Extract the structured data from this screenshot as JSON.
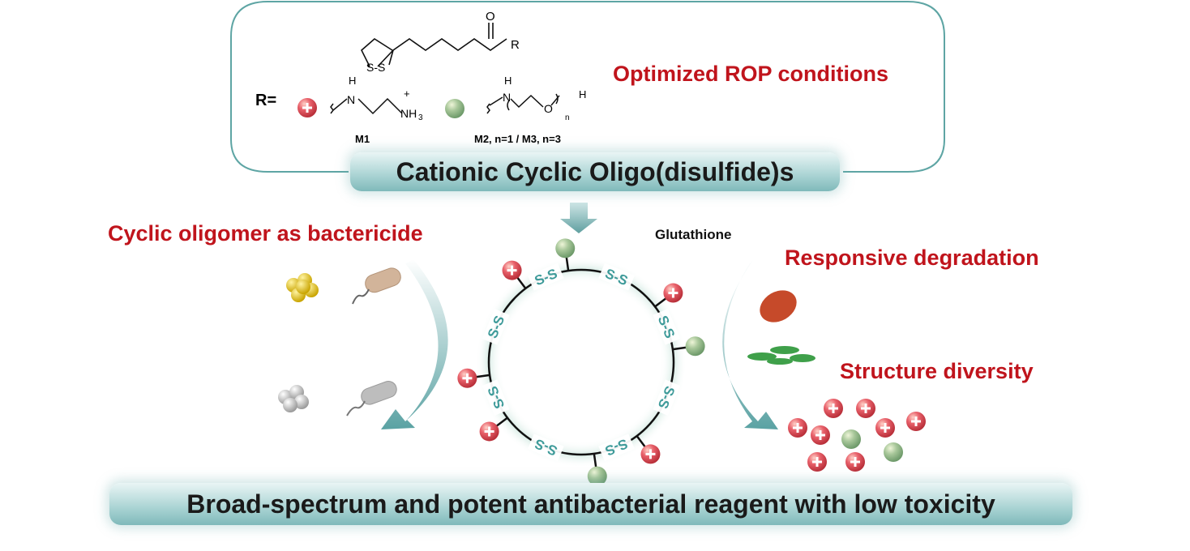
{
  "header_box": {
    "title": "Optimized ROP conditions",
    "banner": "Cationic Cyclic Oligo(disulfide)s",
    "structure": {
      "o_label": "O",
      "r_label": "R",
      "s_s_label": "S-S",
      "r_eq": "R=",
      "m1_nh": "H",
      "m1_n": "N",
      "m1_nh3": "NH",
      "m1_sub3": "3",
      "m1_plus": "+",
      "m1_name": "M1",
      "m2_h": "H",
      "m2_n": "N",
      "m2_o": "O",
      "m2_n_sub": "n",
      "m2_end_h": "H",
      "m2_name": "M2, n=1 / M3, n=3"
    }
  },
  "left": {
    "title": "Cyclic oligomer as bactericide"
  },
  "center": {
    "glutathione": "Glutathione",
    "disulfide_label": "S-S"
  },
  "right": {
    "degradation": "Responsive degradation",
    "diversity": "Structure diversity"
  },
  "footer": {
    "banner": "Broad-spectrum and potent antibacterial reagent with low toxicity"
  },
  "colors": {
    "teal": "#4f9a9b",
    "red_text": "#c0141c",
    "cation": "#e0535b",
    "neutral": "#9cc08e"
  }
}
